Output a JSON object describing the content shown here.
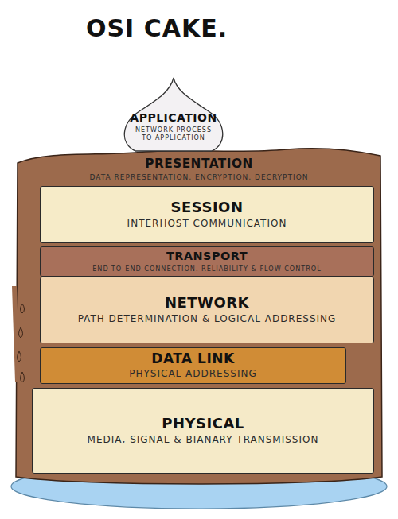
{
  "diagram": {
    "title": "OSI CAKE.",
    "nodes": [
      {
        "text": [
          "APPLICATION",
          "NETWORK PROCESS TO APPLICATION"
        ]
      },
      {
        "text": [
          "PRESENTATION",
          "DATA REPRESENTATION, ENCRYPTION, DECRYPTION"
        ]
      },
      {
        "text": [
          "SESSION",
          "INTERHOST COMMUNICATION"
        ]
      },
      {
        "text": [
          "TRANSPORT",
          "END-TO-END CONNECTION. RELIABILITY & FLOW CONTROL"
        ]
      },
      {
        "text": [
          "NETWORK",
          "PATH DETERMINATION & LOGICAL ADDRESSING"
        ]
      },
      {
        "text": [
          "DATA LINK",
          "PHYSICAL ADDRESSING"
        ]
      },
      {
        "text": [
          "PHYSICAL",
          "MEDIA, SIGNAL & BIANARY TRANSMISSION"
        ]
      }
    ]
  }
}
